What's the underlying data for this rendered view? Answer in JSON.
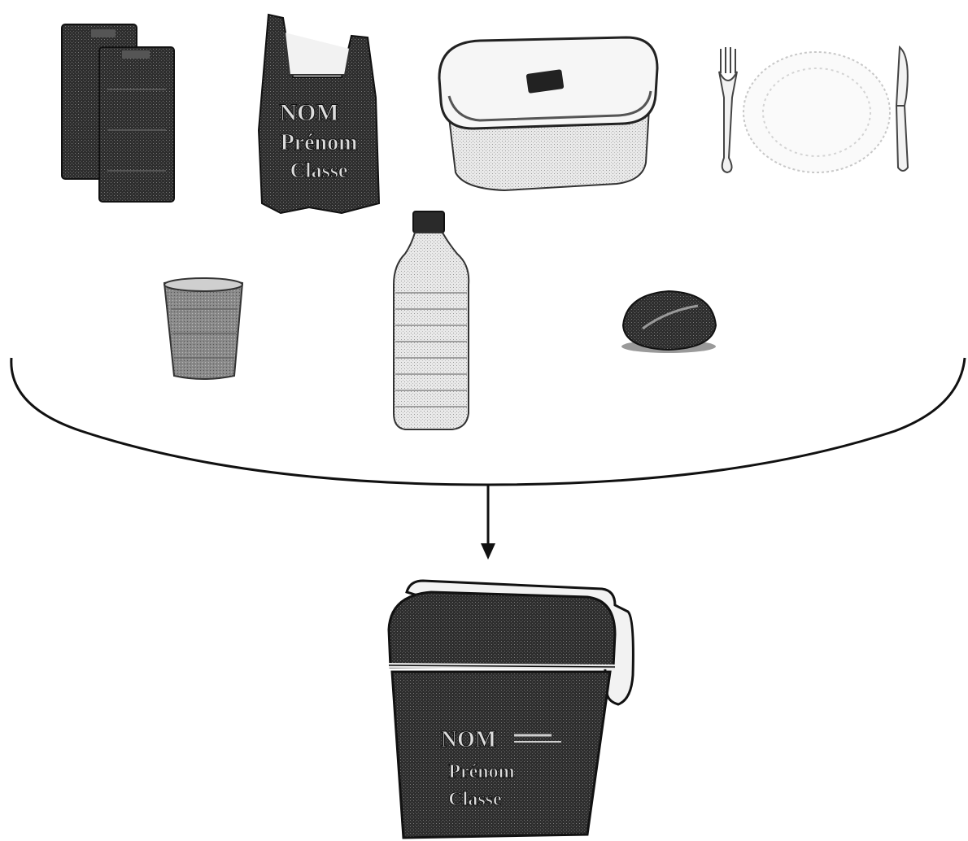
{
  "bag_label": {
    "line1": "NOM",
    "line2": "Prénom",
    "line3": "Classe"
  },
  "cooler_label": {
    "line1": "NOM",
    "line2": "Prénom",
    "line3": "Classe"
  },
  "colors": {
    "ink": "#1a1a1a",
    "dark": "#2e2e2e",
    "mid": "#6a6a6a",
    "light": "#d9d9d9",
    "paper": "#ffffff"
  },
  "items": {
    "row1": [
      "ice-packs",
      "plastic-bag",
      "food-container",
      "cutlery-and-plate"
    ],
    "row2": [
      "plastic-cup",
      "water-bottle",
      "bread-roll"
    ],
    "result": "cooler-box"
  }
}
